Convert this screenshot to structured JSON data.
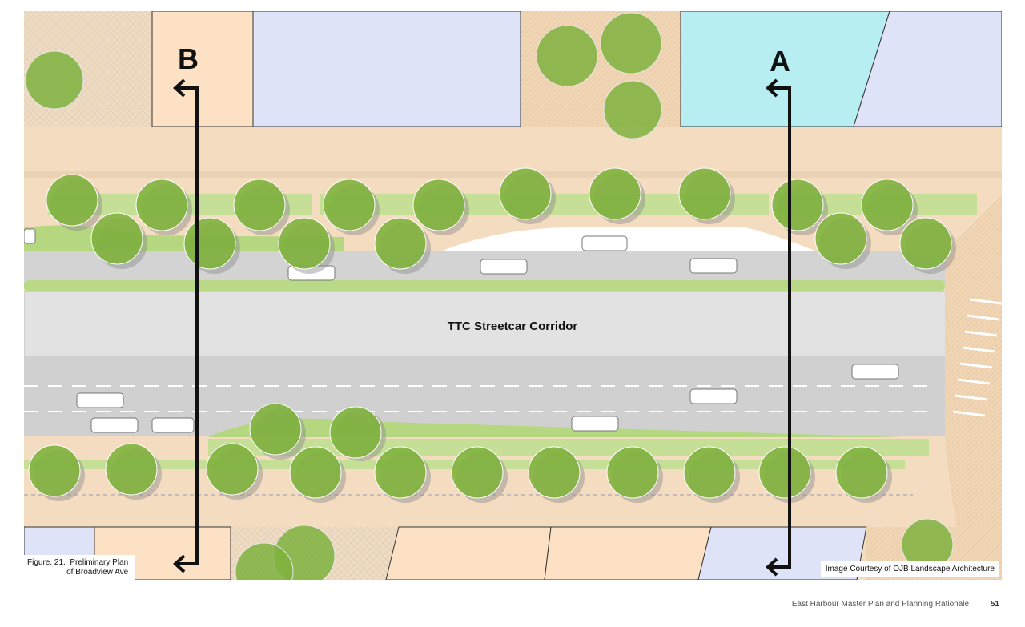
{
  "plan": {
    "street_label": "TTC Streetcar Corridor",
    "section_b": "B",
    "section_a": "A"
  },
  "figure_caption": {
    "line1": "Figure. 21.  Preliminary Plan",
    "line2": "of Broadview Ave"
  },
  "credit": "Image Courtesy of OJB Landscape Architecture",
  "footer": {
    "document_title": "East Harbour Master Plan and Planning Rationale",
    "page_number": "51"
  },
  "colors": {
    "sidewalk": "#f4dcc0",
    "road": "#d9d9d9",
    "grass": "#a8cf6e",
    "tree": "#7fb23e",
    "building_blue": "#dfe3f8",
    "building_cyan": "#b6eef2",
    "building_peach": "#fde1c5"
  }
}
